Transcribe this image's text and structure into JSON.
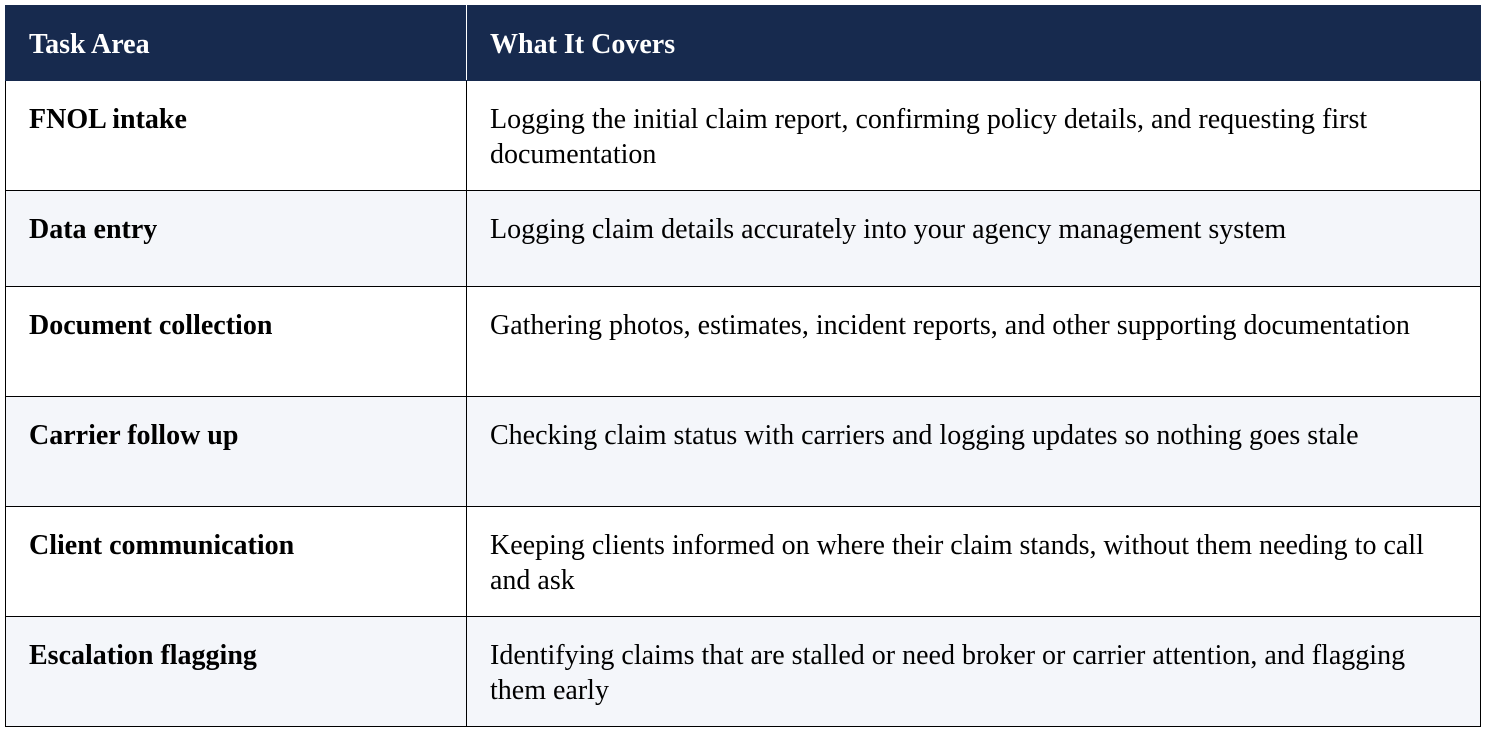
{
  "table": {
    "headers": {
      "task_area": "Task Area",
      "what_it_covers": "What It Covers"
    },
    "rows": [
      {
        "task_area": "FNOL intake",
        "what_it_covers": "Logging the initial claim report, confirming policy details, and requesting first documentation"
      },
      {
        "task_area": "Data entry",
        "what_it_covers": "Logging claim details accurately into your agency management system"
      },
      {
        "task_area": "Document collection",
        "what_it_covers": "Gathering photos, estimates, incident reports, and other supporting documentation"
      },
      {
        "task_area": "Carrier follow up",
        "what_it_covers": "Checking claim status with carriers and logging updates so nothing goes stale"
      },
      {
        "task_area": "Client communication",
        "what_it_covers": "Keeping clients informed on where their claim stands, without them needing to call and ask"
      },
      {
        "task_area": "Escalation flagging",
        "what_it_covers": "Identifying claims that are stalled or need broker or carrier attention, and flagging them early"
      }
    ]
  },
  "colors": {
    "header_background": "#172a4e",
    "header_text": "#ffffff",
    "alternate_row_background": "#f4f6fa",
    "border": "#000000"
  }
}
